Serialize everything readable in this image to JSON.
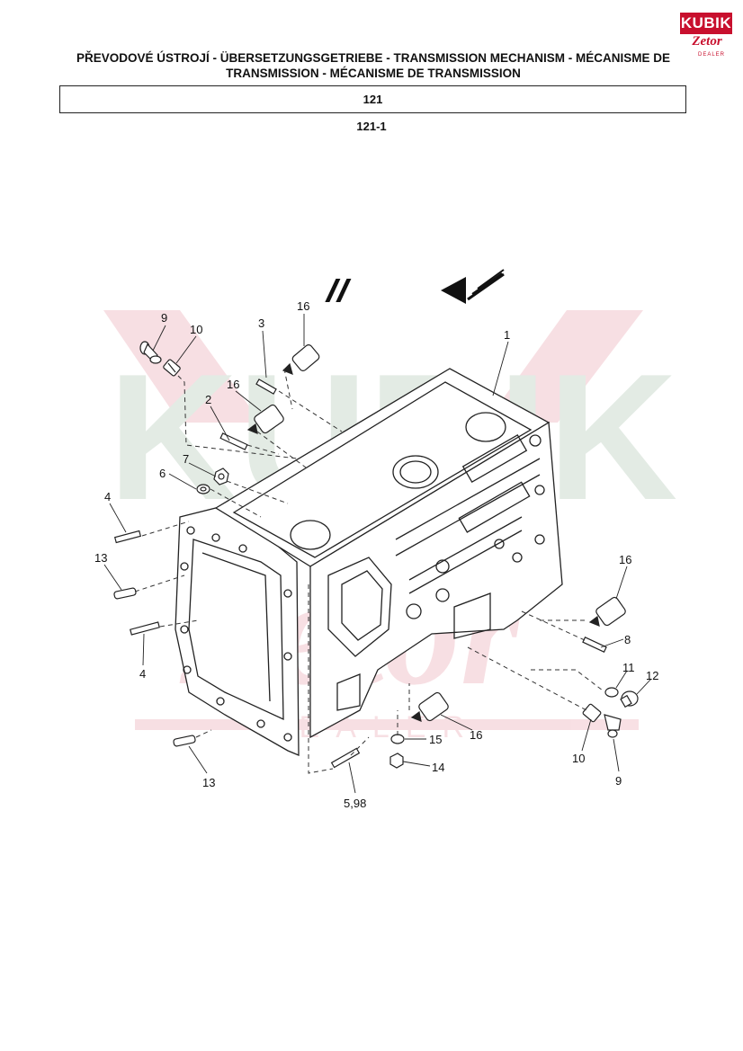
{
  "header": {
    "title": "PŘEVODOVÉ ÚSTROJÍ - ÜBERSETZUNGSGETRIEBE - TRANSMISSION MECHANISM - MÉCANISME DE TRANSMISSION - MÉCANISME DE TRANSMISSION",
    "section": "121",
    "subsection": "121-1"
  },
  "logo": {
    "brand": "KUBIK",
    "sub": "Zetor",
    "tag": "DEALER",
    "color": "#c8102e"
  },
  "watermark": {
    "text": "KUBIK",
    "sub": "Zetor",
    "tag": "DEALER"
  },
  "callouts": [
    {
      "id": "c9a",
      "text": "9"
    },
    {
      "id": "c10a",
      "text": "10"
    },
    {
      "id": "c3",
      "text": "3"
    },
    {
      "id": "c16a",
      "text": "16"
    },
    {
      "id": "c1",
      "text": "1"
    },
    {
      "id": "c16b",
      "text": "16"
    },
    {
      "id": "c2",
      "text": "2"
    },
    {
      "id": "c7",
      "text": "7"
    },
    {
      "id": "c6",
      "text": "6"
    },
    {
      "id": "c4a",
      "text": "4"
    },
    {
      "id": "c13a",
      "text": "13"
    },
    {
      "id": "c4b",
      "text": "4"
    },
    {
      "id": "c13b",
      "text": "13"
    },
    {
      "id": "c16c",
      "text": "16"
    },
    {
      "id": "c8",
      "text": "8"
    },
    {
      "id": "c11",
      "text": "11"
    },
    {
      "id": "c12",
      "text": "12"
    },
    {
      "id": "c16d",
      "text": "16"
    },
    {
      "id": "c15",
      "text": "15"
    },
    {
      "id": "c14",
      "text": "14"
    },
    {
      "id": "c10b",
      "text": "10"
    },
    {
      "id": "c9b",
      "text": "9"
    },
    {
      "id": "c598",
      "text": "5,98"
    }
  ]
}
